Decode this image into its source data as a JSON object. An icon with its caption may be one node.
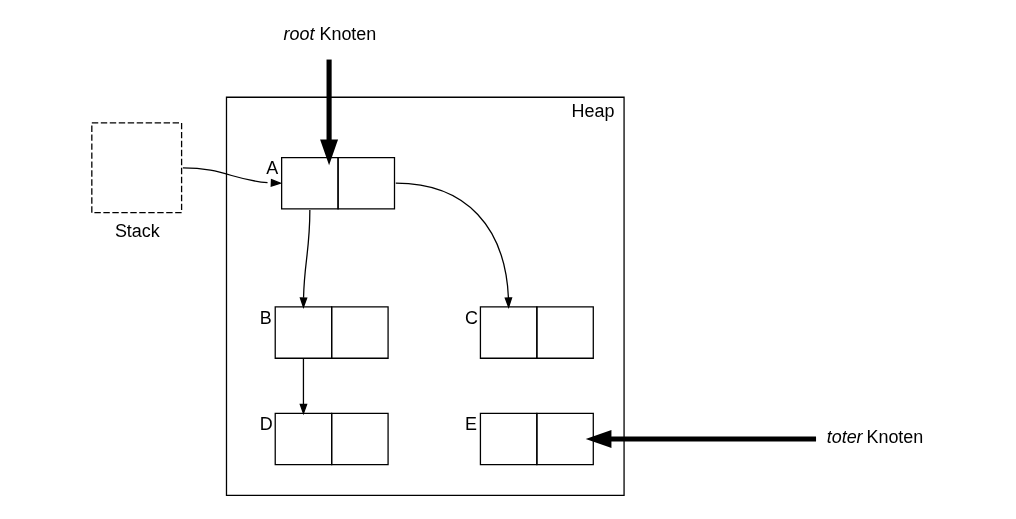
{
  "diagram": {
    "nodes": [
      {
        "text": [
          "Stack"
        ]
      },
      {
        "text": [
          "Heap"
        ]
      },
      {
        "text": [
          "A"
        ],
        "in": 1
      },
      {
        "text": [
          "B"
        ],
        "in": 1
      },
      {
        "text": [
          "C"
        ],
        "in": 1
      },
      {
        "text": [
          "D"
        ],
        "in": 1
      },
      {
        "text": [
          "E"
        ],
        "in": 1
      },
      {
        "text": [
          "*root* Knoten"
        ]
      },
      {
        "text": [
          "*toter* Knoten"
        ]
      }
    ],
    "edges": [
      {
        "from": 0,
        "to": 2,
        "arrow": "to"
      },
      {
        "from": 2,
        "to": 3,
        "arrow": "to"
      },
      {
        "from": 2,
        "to": 4,
        "arrow": "to"
      },
      {
        "from": 3,
        "to": 5,
        "arrow": "to"
      },
      {
        "from": 7,
        "to": 2,
        "arrow": "to",
        "style": "thick"
      },
      {
        "from": 8,
        "to": 6,
        "arrow": "to",
        "style": "thick"
      }
    ]
  }
}
